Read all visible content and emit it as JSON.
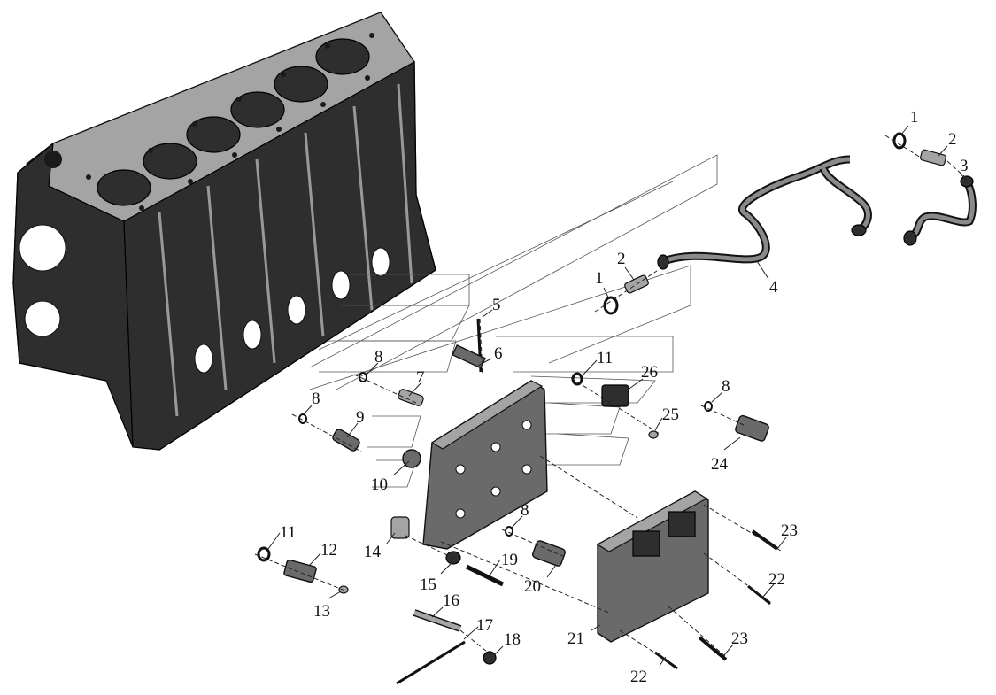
{
  "figure": {
    "callouts": [
      {
        "id": "c1a",
        "text": "1"
      },
      {
        "id": "c2a",
        "text": "2"
      },
      {
        "id": "c3",
        "text": "3"
      },
      {
        "id": "c4",
        "text": "4"
      },
      {
        "id": "c1b",
        "text": "1"
      },
      {
        "id": "c2b",
        "text": "2"
      },
      {
        "id": "c5",
        "text": "5"
      },
      {
        "id": "c6",
        "text": "6"
      },
      {
        "id": "c8a",
        "text": "8"
      },
      {
        "id": "c7",
        "text": "7"
      },
      {
        "id": "c8b",
        "text": "8"
      },
      {
        "id": "c9",
        "text": "9"
      },
      {
        "id": "c11a",
        "text": "11"
      },
      {
        "id": "c26",
        "text": "26"
      },
      {
        "id": "c25",
        "text": "25"
      },
      {
        "id": "c8c",
        "text": "8"
      },
      {
        "id": "c24",
        "text": "24"
      },
      {
        "id": "c10",
        "text": "10"
      },
      {
        "id": "c8d",
        "text": "8"
      },
      {
        "id": "c23a",
        "text": "23"
      },
      {
        "id": "c11b",
        "text": "11"
      },
      {
        "id": "c12",
        "text": "12"
      },
      {
        "id": "c14",
        "text": "14"
      },
      {
        "id": "c19",
        "text": "19"
      },
      {
        "id": "c15",
        "text": "15"
      },
      {
        "id": "c20",
        "text": "20"
      },
      {
        "id": "c22a",
        "text": "22"
      },
      {
        "id": "c13",
        "text": "13"
      },
      {
        "id": "c16",
        "text": "16"
      },
      {
        "id": "c17",
        "text": "17"
      },
      {
        "id": "c18",
        "text": "18"
      },
      {
        "id": "c21",
        "text": "21"
      },
      {
        "id": "c23b",
        "text": "23"
      },
      {
        "id": "c22b",
        "text": "22"
      }
    ]
  }
}
